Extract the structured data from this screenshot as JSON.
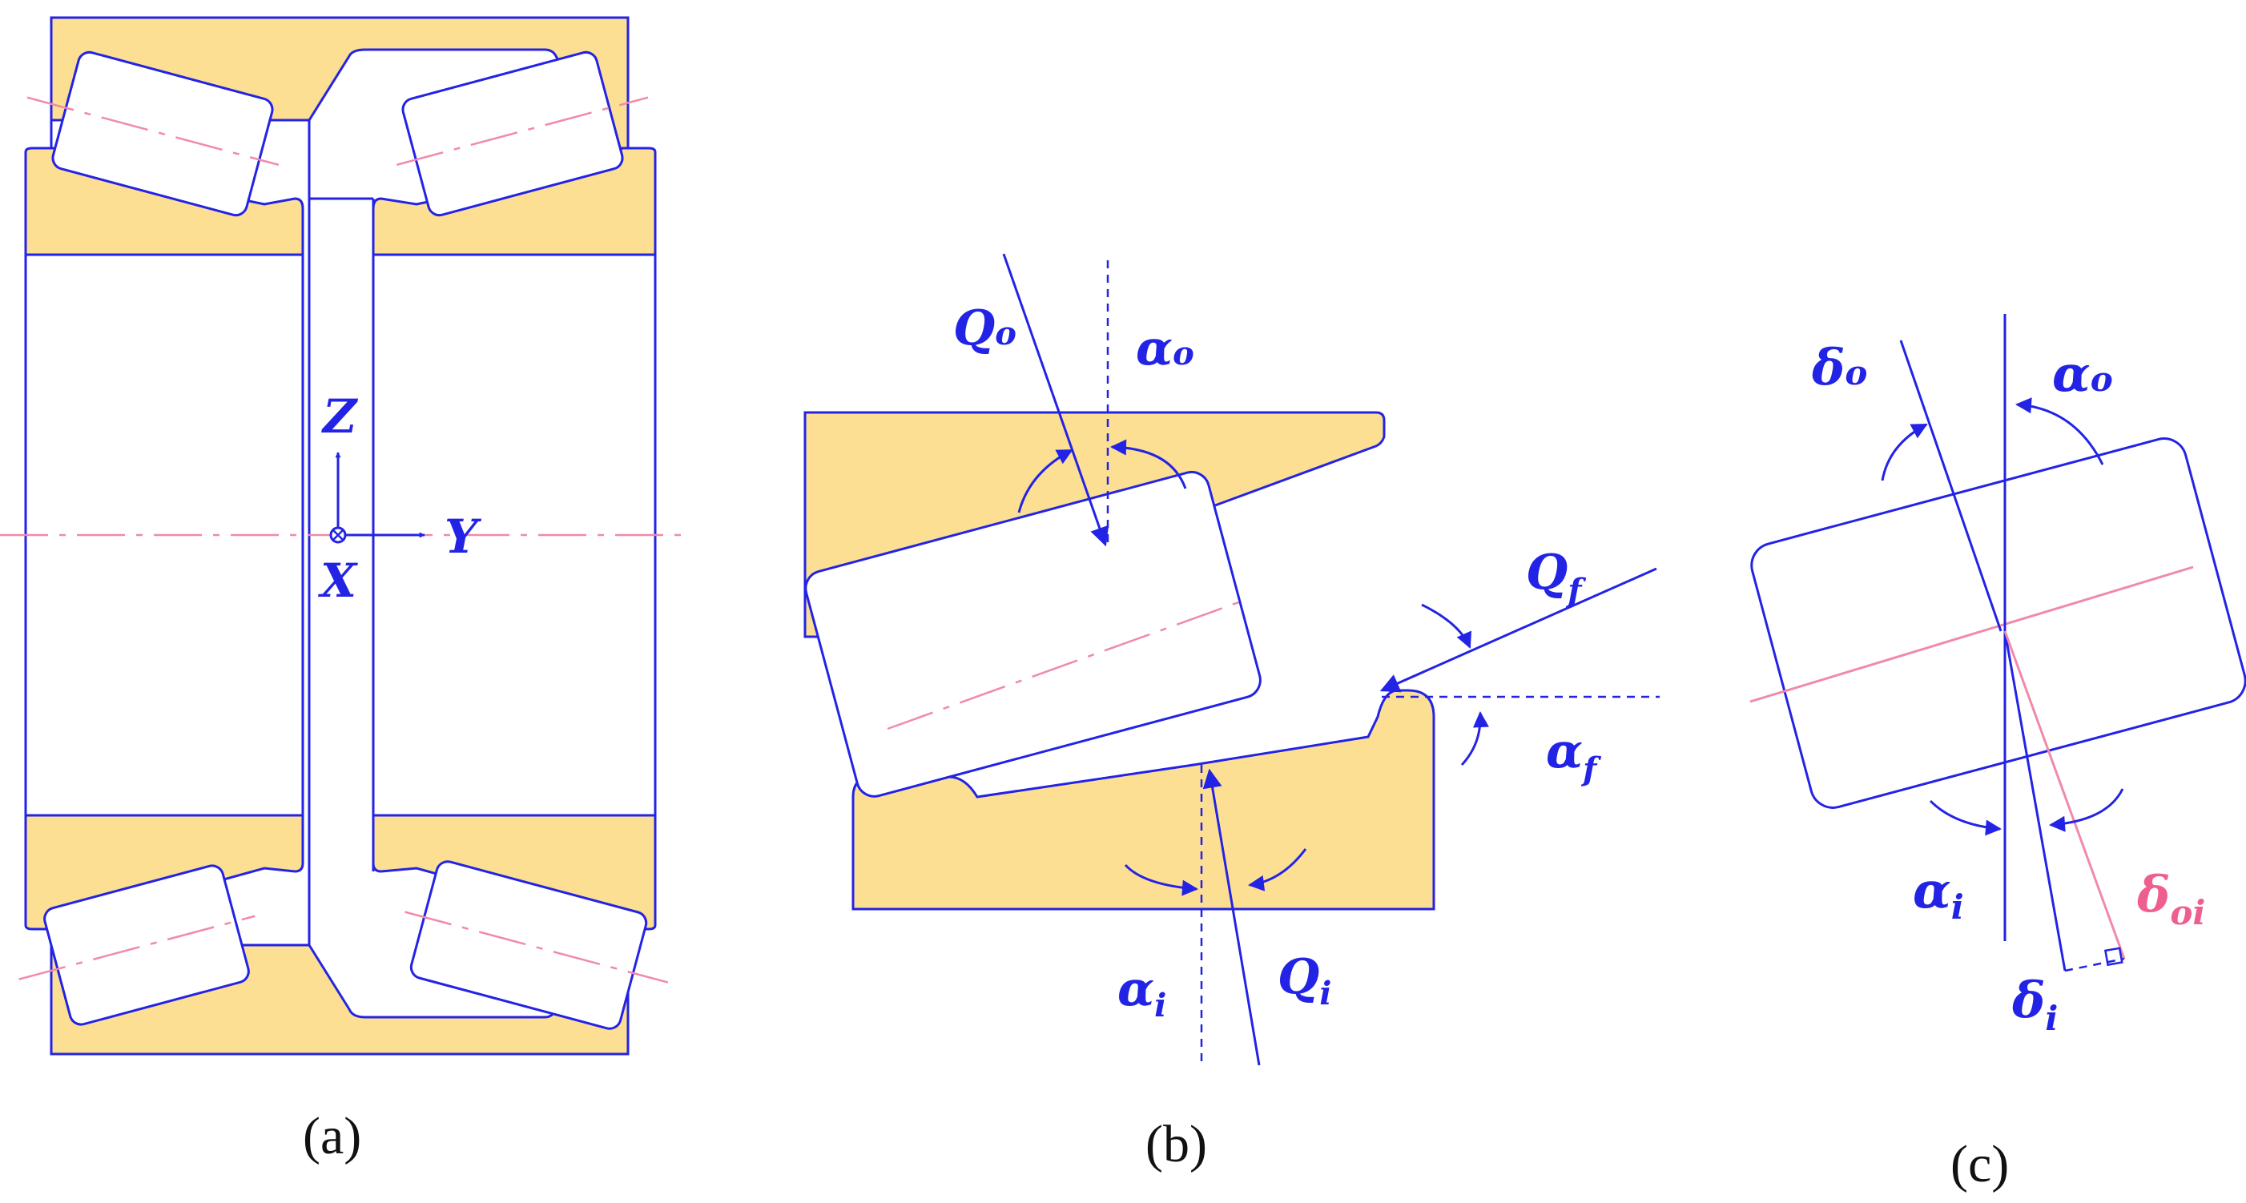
{
  "panels": {
    "a": {
      "caption": "(a)",
      "axes": {
        "z": "Z",
        "y": "Y",
        "x": "X"
      }
    },
    "b": {
      "caption": "(b)",
      "labels": {
        "q_outer": "Q",
        "q_outer_sub": "o",
        "alpha_outer": "α",
        "alpha_outer_sub": "o",
        "q_flange": "Q",
        "q_flange_sub": "f",
        "alpha_flange": "α",
        "alpha_flange_sub": "f",
        "alpha_inner": "α",
        "alpha_inner_sub": "i",
        "q_inner": "Q",
        "q_inner_sub": "i"
      }
    },
    "c": {
      "caption": "(c)",
      "labels": {
        "delta_outer": "δ",
        "delta_outer_sub": "o",
        "alpha_outer": "α",
        "alpha_outer_sub": "o",
        "alpha_inner": "α",
        "alpha_inner_sub": "i",
        "delta_inner": "δ",
        "delta_inner_sub": "i",
        "delta_oi": "δ",
        "delta_oi_sub": "oi"
      }
    }
  },
  "colors": {
    "fill": "#fcdf93",
    "line": "#2323e6",
    "centerline": "#f08aa8",
    "pink_label": "#ee5f8f"
  }
}
